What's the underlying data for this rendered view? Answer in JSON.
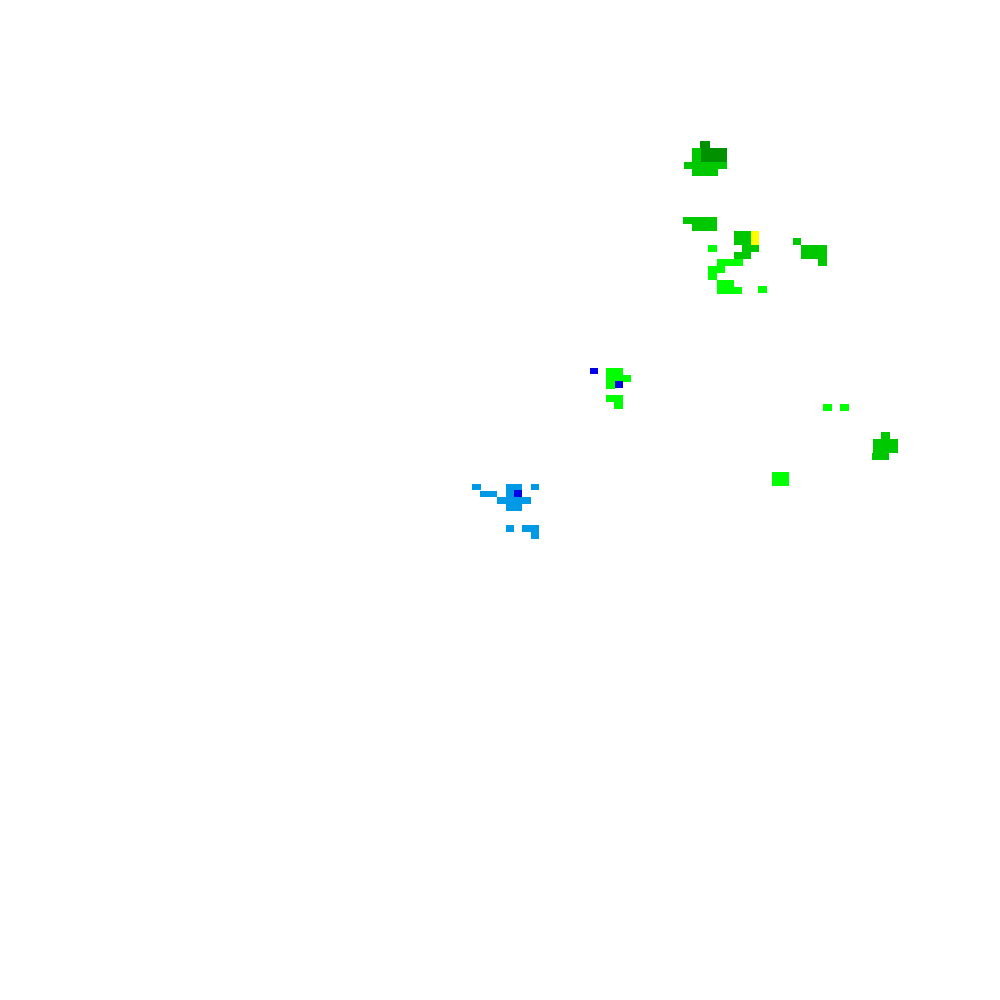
{
  "map": {
    "kind": "radar-precipitation-tile",
    "background_color": "#ffffff",
    "palette": {
      "light_green": "#00ff00",
      "green": "#00c800",
      "dark_green": "#009000",
      "yellow": "#ffff00",
      "sky_blue": "#0099e6",
      "blue": "#0000e6"
    },
    "echo_clusters": [
      {
        "name": "north-cluster",
        "dominant_color": "dark_green"
      },
      {
        "name": "northeast-band",
        "dominant_color": "green",
        "peak_color": "yellow"
      },
      {
        "name": "east-cell",
        "dominant_color": "green"
      },
      {
        "name": "center-cell",
        "dominant_color": "light_green",
        "peak_color": "blue"
      },
      {
        "name": "southwest-cell",
        "dominant_color": "sky_blue",
        "peak_color": "blue"
      },
      {
        "name": "isolated-cells",
        "dominant_color": "light_green"
      }
    ]
  }
}
